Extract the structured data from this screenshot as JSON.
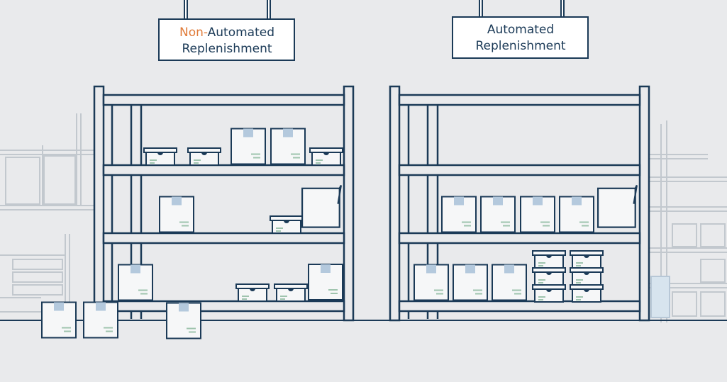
{
  "colors": {
    "background": "#e9eaec",
    "navy": "#1b3a57",
    "highlight": "#e07b39",
    "box_fill": "#f6f7f8",
    "label_blue": "#b4c9dd",
    "label_green": "#cfe1d6",
    "bg_lines": "#c2c8ce"
  },
  "signs": {
    "left": {
      "highlight": "Non-",
      "line1_rest": "Automated",
      "line2": "Replenishment"
    },
    "right": {
      "line1": "Automated",
      "line2": "Replenishment"
    }
  },
  "icons": {
    "box": "cardboard-box-icon",
    "bin": "storage-bin-icon",
    "shelf": "warehouse-shelf-icon"
  }
}
